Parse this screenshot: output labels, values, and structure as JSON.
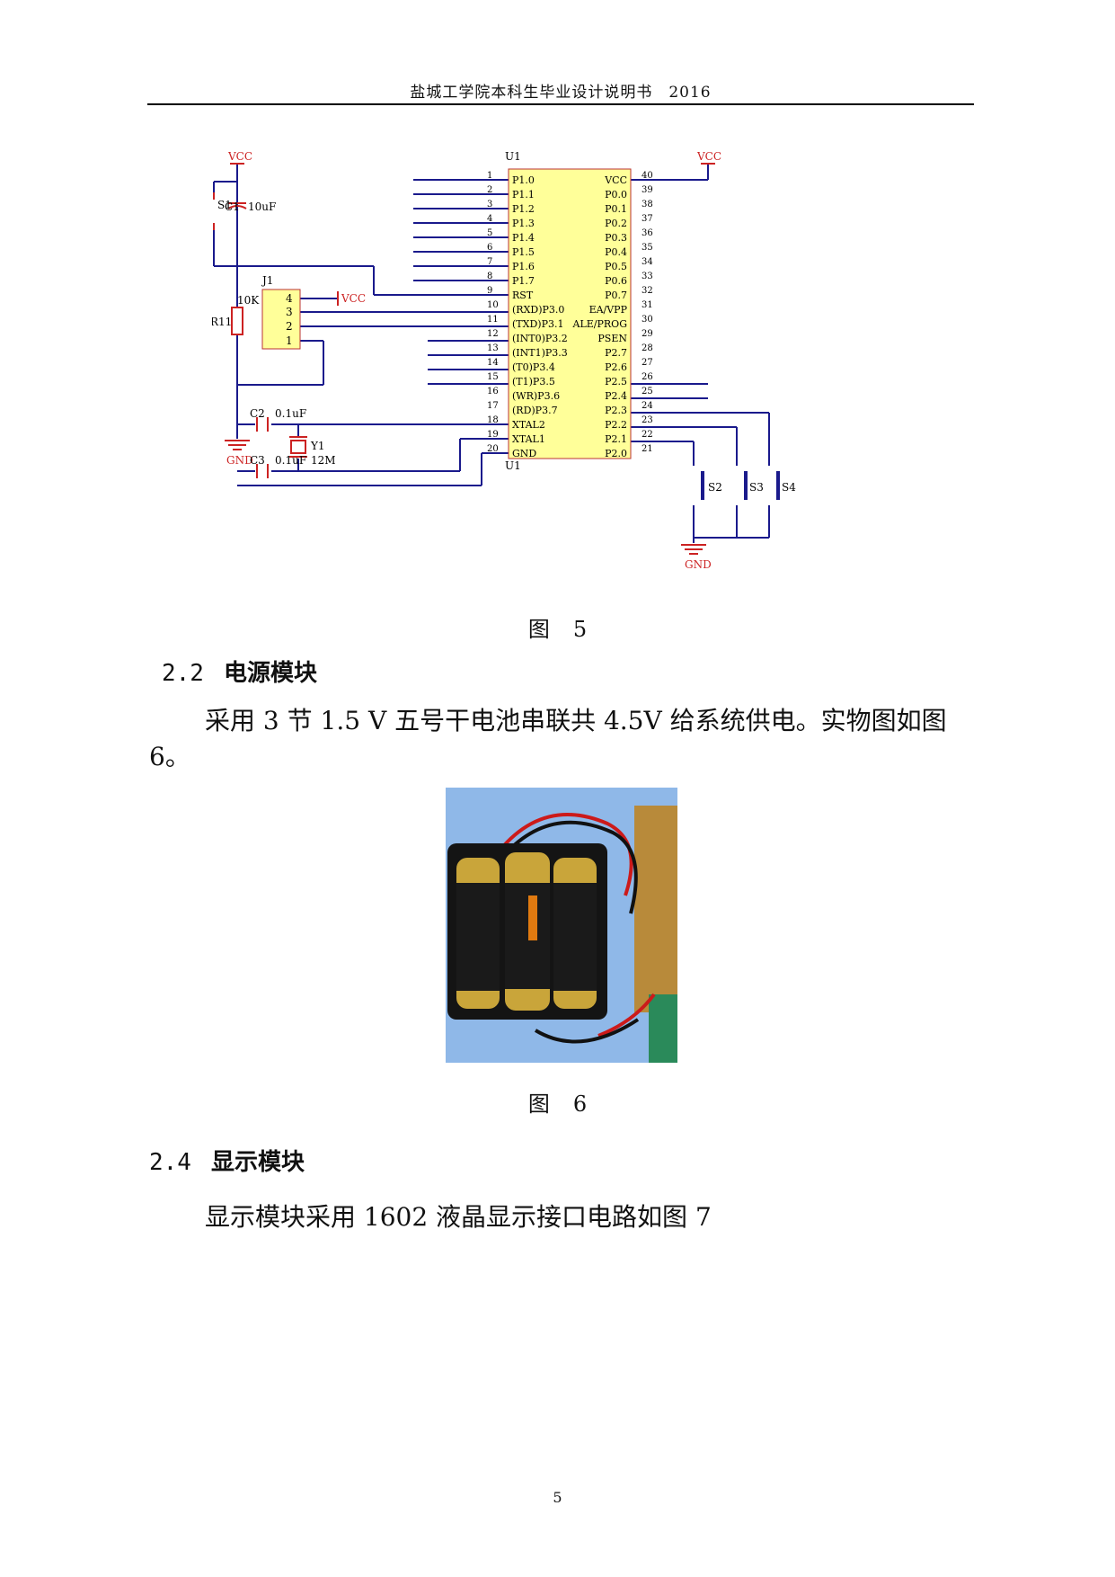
{
  "header": {
    "title": "盐城工学院本科生毕业设计说明书",
    "year": "2016"
  },
  "schematic": {
    "chip_ref": "U1",
    "chip_left_pins": [
      {
        "num": "1",
        "name": "P1.0"
      },
      {
        "num": "2",
        "name": "P1.1"
      },
      {
        "num": "3",
        "name": "P1.2"
      },
      {
        "num": "4",
        "name": "P1.3"
      },
      {
        "num": "5",
        "name": "P1.4"
      },
      {
        "num": "6",
        "name": "P1.5"
      },
      {
        "num": "7",
        "name": "P1.6"
      },
      {
        "num": "8",
        "name": "P1.7"
      },
      {
        "num": "9",
        "name": "RST"
      },
      {
        "num": "10",
        "name": "(RXD)P3.0"
      },
      {
        "num": "11",
        "name": "(TXD)P3.1"
      },
      {
        "num": "12",
        "name": "(INT0)P3.2"
      },
      {
        "num": "13",
        "name": "(INT1)P3.3"
      },
      {
        "num": "14",
        "name": "(T0)P3.4"
      },
      {
        "num": "15",
        "name": "(T1)P3.5"
      },
      {
        "num": "16",
        "name": "(WR)P3.6"
      },
      {
        "num": "17",
        "name": "(RD)P3.7"
      },
      {
        "num": "18",
        "name": "XTAL2"
      },
      {
        "num": "19",
        "name": "XTAL1"
      },
      {
        "num": "20",
        "name": "GND"
      }
    ],
    "chip_right_pins": [
      {
        "num": "40",
        "name": "VCC"
      },
      {
        "num": "39",
        "name": "P0.0"
      },
      {
        "num": "38",
        "name": "P0.1"
      },
      {
        "num": "37",
        "name": "P0.2"
      },
      {
        "num": "36",
        "name": "P0.3"
      },
      {
        "num": "35",
        "name": "P0.4"
      },
      {
        "num": "34",
        "name": "P0.5"
      },
      {
        "num": "33",
        "name": "P0.6"
      },
      {
        "num": "32",
        "name": "P0.7"
      },
      {
        "num": "31",
        "name": "EA/VPP"
      },
      {
        "num": "30",
        "name": "ALE/PROG"
      },
      {
        "num": "29",
        "name": "PSEN"
      },
      {
        "num": "28",
        "name": "P2.7"
      },
      {
        "num": "27",
        "name": "P2.6"
      },
      {
        "num": "26",
        "name": "P2.5"
      },
      {
        "num": "25",
        "name": "P2.4"
      },
      {
        "num": "24",
        "name": "P2.3"
      },
      {
        "num": "23",
        "name": "P2.2"
      },
      {
        "num": "22",
        "name": "P2.1"
      },
      {
        "num": "21",
        "name": "P2.0"
      }
    ],
    "labels": {
      "vcc": "VCC",
      "gnd": "GND",
      "s1": "S1",
      "c1": "C1",
      "c1_value": "10uF",
      "j1": "J1",
      "r11": "R11",
      "r11_value": "10K",
      "c2": "C2",
      "c2_value": "0.1uF",
      "y1": "Y1",
      "y1_value": "12M",
      "c3": "C3",
      "c3_value": "0.1uF",
      "s2": "S2",
      "s3": "S3",
      "s4": "S4",
      "j1_pins": [
        "4",
        "3",
        "2",
        "1"
      ]
    }
  },
  "captions": {
    "fig5_label": "图",
    "fig5_num": "5",
    "fig6_label": "图",
    "fig6_num": "6"
  },
  "sections": [
    {
      "number": "2.2",
      "title": "电源模块"
    },
    {
      "number": "2.4",
      "title": "显示模块"
    }
  ],
  "paragraphs": {
    "power_line1": "采用 3 节 1.5 V 五号干电池串联共 4.5V 给系统供电。实物图如图",
    "power_line2": "6。",
    "display": "显示模块采用 1602 液晶显示接口电路如图 7"
  },
  "page_number": "5",
  "colors": {
    "wire": "#1a1a8c",
    "chip_fill": "#ffff99",
    "chip_border": "#b33",
    "component": "#cc2222",
    "pin_text": "#000000"
  }
}
